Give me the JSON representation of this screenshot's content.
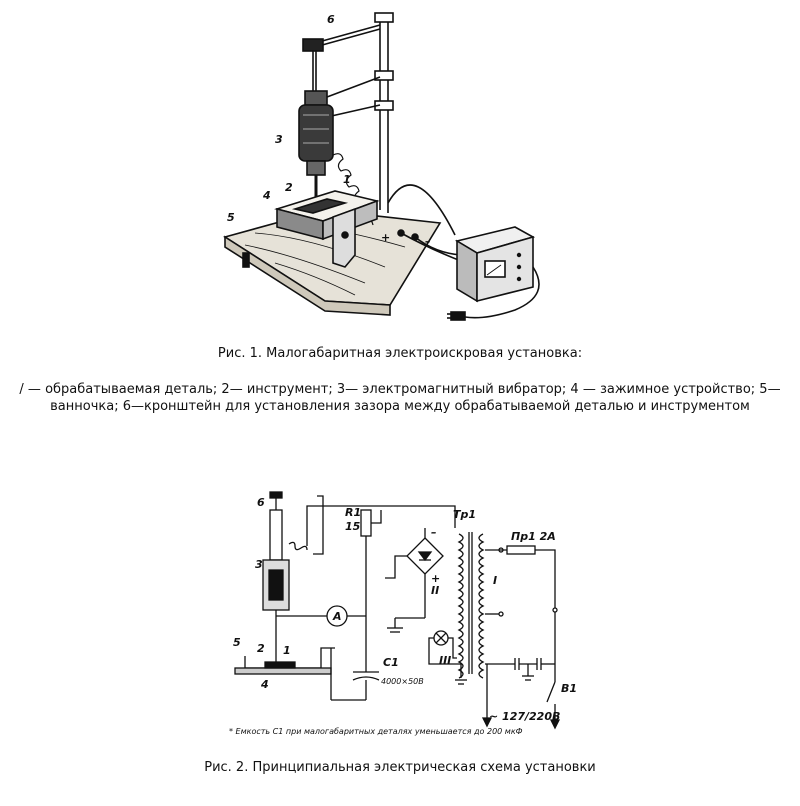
{
  "figure1": {
    "caption": "Рис. 1. Малогабаритная электроискровая установка:",
    "legend_line1": "/ — обрабатываемая деталь; 2— инструмент; 3— электромагнитный вибратор; 4 — зажимное устройство; 5—",
    "legend_line2": "ванночка; 6—кронштейн для установления зазора между обрабатываемой деталью и инструментом",
    "labels": [
      "6",
      "3",
      "2",
      "1",
      "4",
      "5",
      "+",
      "–"
    ]
  },
  "figure2": {
    "caption": "Рис. 2. Принципиальная электрическая схема установки",
    "labels": {
      "r1": "R1",
      "r1_val": "15",
      "tr1": "Тр1",
      "fuse": "Пр1 2А",
      "c1": "С1",
      "c1_val": "4000×50В",
      "ammeter": "А",
      "winding2": "II",
      "winding1": "I",
      "winding3": "III",
      "switch": "В1",
      "mains": "~ 127/220В",
      "n6": "6",
      "n3": "3",
      "n5": "5",
      "n2": "2",
      "n1": "1",
      "n4": "4",
      "plus": "+",
      "minus": "–"
    },
    "footnote": "* Емкость С1 при малогабаритных деталях уменьшается до 200 мкФ"
  }
}
